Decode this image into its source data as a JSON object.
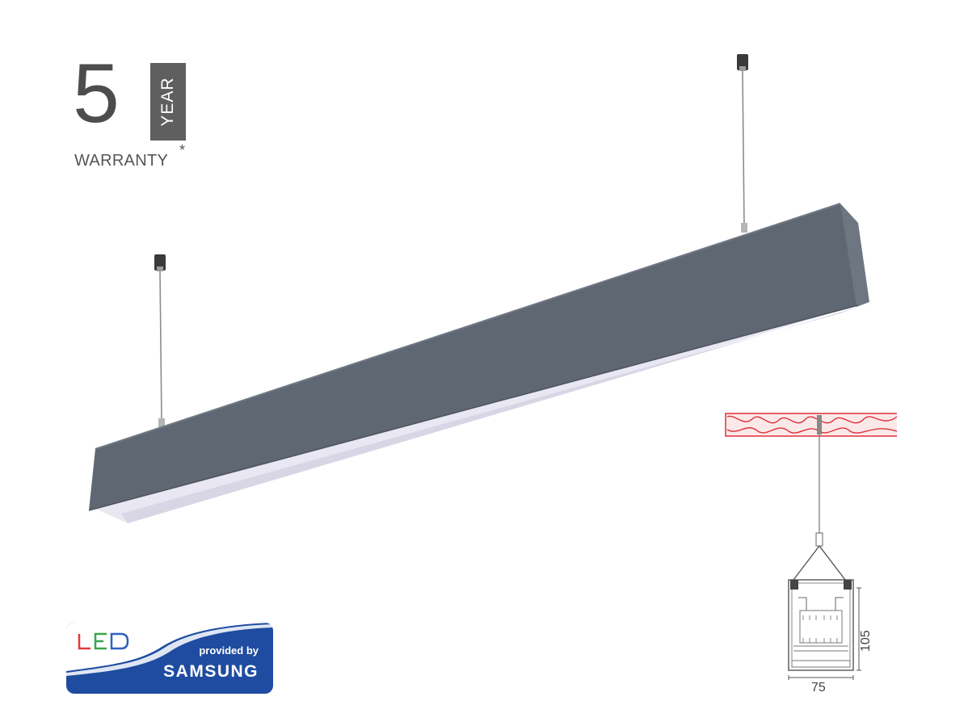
{
  "warranty": {
    "years": "5",
    "unit": "YEAR",
    "label": "WARRANTY",
    "asterisk": "*"
  },
  "badge": {
    "led_logo": "LED",
    "provided_by": "provided by",
    "brand": "SAMSUNG"
  },
  "drawing": {
    "height_dim": "105",
    "width_dim": "75"
  },
  "colors": {
    "housing": "#5f6772",
    "diffuser": "#e8e6f1",
    "badge_blue": "#1f4ca0",
    "ceiling_red": "#e0303a"
  }
}
